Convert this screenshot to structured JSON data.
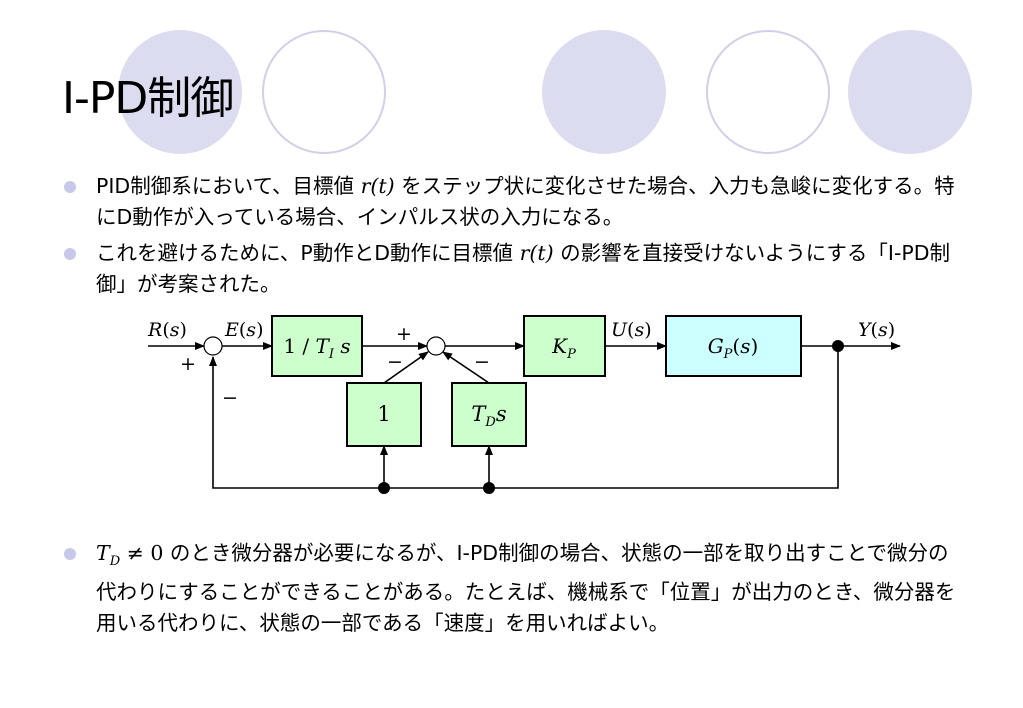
{
  "slide": {
    "title": "I-PD制御",
    "bullets": [
      {
        "pre": "PID制御系において、目標値 ",
        "math": "r(t)",
        "post": " をステップ状に変化させた場合、入力も急峻に変化する。特にD動作が入っている場合、インパルス状の入力になる。"
      },
      {
        "pre": "これを避けるために、P動作とD動作に目標値 ",
        "math": "r(t)",
        "post": " の影響を直接受けないようにする「I-PD制御」が考案された。"
      },
      {
        "pre": "",
        "math": "T_D ≠ 0",
        "post": " のとき微分器が必要になるが、I-PD制御の場合、状態の一部を取り出すことで微分の代わりにすることができることがある。たとえば、機械系で「位置」が出力のとき、微分器を用いる代わりに、状態の一部である「速度」を用いればよい。"
      }
    ]
  },
  "diagram": {
    "input_label": "R(s)",
    "error_label": "E(s)",
    "integrator_block": "1 / T_I s",
    "gain_block": "K_P",
    "control_label": "U(s)",
    "plant_block": "G_P(s)",
    "output_label": "Y(s)",
    "unity_block": "1",
    "derivative_block": "T_D s",
    "sign_plus_input": "+",
    "sign_minus_feedback": "−",
    "sign_plus_integrator": "+",
    "sign_minus_unity": "−",
    "sign_minus_derivative": "−",
    "block_colors": {
      "controller": "#ccffcc",
      "plant": "#ccffff"
    }
  }
}
